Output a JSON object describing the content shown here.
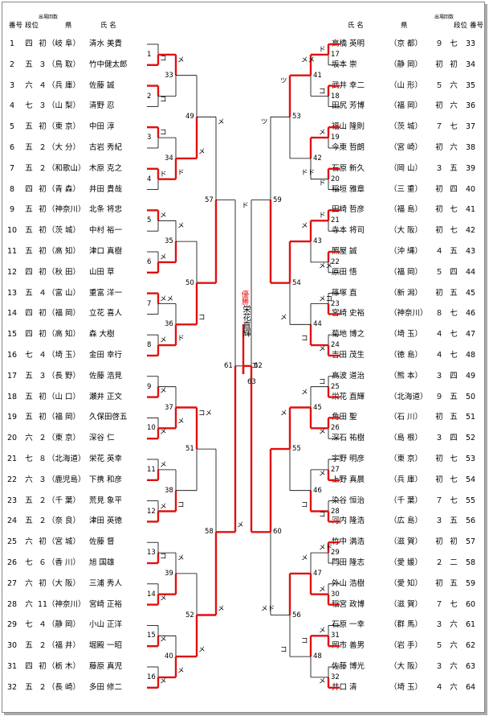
{
  "colors": {
    "win": "#e01010",
    "line": "#000000"
  },
  "header": {
    "left": {
      "no": "番号",
      "dan": "段位",
      "wins": "出場回数",
      "pref": "県",
      "name": "氏 名"
    },
    "right": {
      "name": "氏 名",
      "pref": "県",
      "wins": "出場回数",
      "dan": "段位",
      "no": "番号"
    }
  },
  "champion": {
    "title": "優勝",
    "name": "栄花直輝"
  },
  "left": [
    {
      "no": "1",
      "dan": "四",
      "wins": "初",
      "pref": "（岐 阜）",
      "name": "清水 美貴"
    },
    {
      "no": "2",
      "dan": "五",
      "wins": "３",
      "pref": "（鳥 取）",
      "name": "竹中健太郎"
    },
    {
      "no": "3",
      "dan": "六",
      "wins": "４",
      "pref": "（兵 庫）",
      "name": "佐藤 誠"
    },
    {
      "no": "4",
      "dan": "七",
      "wins": "３",
      "pref": "（山 梨）",
      "name": "清野 忍"
    },
    {
      "no": "5",
      "dan": "五",
      "wins": "初",
      "pref": "（東 京）",
      "name": "中田 淳"
    },
    {
      "no": "6",
      "dan": "五",
      "wins": "２",
      "pref": "（大 分）",
      "name": "古岩 秀紀"
    },
    {
      "no": "7",
      "dan": "五",
      "wins": "２",
      "pref": "（和歌山）",
      "name": "木原 克之"
    },
    {
      "no": "8",
      "dan": "四",
      "wins": "初",
      "pref": "（青 森）",
      "name": "井田 貴哉"
    },
    {
      "no": "9",
      "dan": "五",
      "wins": "初",
      "pref": "（神奈川）",
      "name": "北条 将忠"
    },
    {
      "no": "10",
      "dan": "五",
      "wins": "初",
      "pref": "（茨 城）",
      "name": "中村 裕一"
    },
    {
      "no": "11",
      "dan": "五",
      "wins": "初",
      "pref": "（高 知）",
      "name": "津口 真樹"
    },
    {
      "no": "12",
      "dan": "四",
      "wins": "初",
      "pref": "（秋 田）",
      "name": "山田 草"
    },
    {
      "no": "13",
      "dan": "五",
      "wins": "４",
      "pref": "（富 山）",
      "name": "重富 洋一"
    },
    {
      "no": "14",
      "dan": "四",
      "wins": "初",
      "pref": "（福 岡）",
      "name": "立花 喜人"
    },
    {
      "no": "15",
      "dan": "四",
      "wins": "初",
      "pref": "（高 知）",
      "name": "森 大樹"
    },
    {
      "no": "16",
      "dan": "七",
      "wins": "４",
      "pref": "（埼 玉）",
      "name": "金田 幸行"
    },
    {
      "no": "17",
      "dan": "五",
      "wins": "３",
      "pref": "（長 野）",
      "name": "佐藤 浩見"
    },
    {
      "no": "18",
      "dan": "五",
      "wins": "初",
      "pref": "（山 口）",
      "name": "瀬井 正文"
    },
    {
      "no": "19",
      "dan": "五",
      "wins": "初",
      "pref": "（福 岡）",
      "name": "久保田啓五"
    },
    {
      "no": "20",
      "dan": "六",
      "wins": "２",
      "pref": "（東 京）",
      "name": "深谷 仁"
    },
    {
      "no": "21",
      "dan": "七",
      "wins": "８",
      "pref": "（北海道）",
      "name": "栄花 英幸"
    },
    {
      "no": "22",
      "dan": "六",
      "wins": "３",
      "pref": "（鹿児島）",
      "name": "下携 和彦"
    },
    {
      "no": "23",
      "dan": "五",
      "wins": "２",
      "pref": "（千 葉）",
      "name": "荒見 象平"
    },
    {
      "no": "24",
      "dan": "五",
      "wins": "２",
      "pref": "（奈 良）",
      "name": "津田 英徳"
    },
    {
      "no": "25",
      "dan": "六",
      "wins": "初",
      "pref": "（宮 城）",
      "name": "佐藤 督"
    },
    {
      "no": "26",
      "dan": "七",
      "wins": "６",
      "pref": "（香 川）",
      "name": "旭 国雄"
    },
    {
      "no": "27",
      "dan": "六",
      "wins": "初",
      "pref": "（大 阪）",
      "name": "三浦 秀人"
    },
    {
      "no": "28",
      "dan": "六",
      "wins": "11",
      "pref": "（神奈川）",
      "name": "宮崎 正裕"
    },
    {
      "no": "29",
      "dan": "七",
      "wins": "４",
      "pref": "（静 岡）",
      "name": "小山 正洋"
    },
    {
      "no": "30",
      "dan": "五",
      "wins": "２",
      "pref": "（福 井）",
      "name": "堀殿 一昭"
    },
    {
      "no": "31",
      "dan": "四",
      "wins": "初",
      "pref": "（栃 木）",
      "name": "藤原 真児"
    },
    {
      "no": "32",
      "dan": "五",
      "wins": "２",
      "pref": "（長 崎）",
      "name": "多田 修二"
    }
  ],
  "right": [
    {
      "no": "33",
      "dan": "七",
      "wins": "９",
      "pref": "（京 都）",
      "name": "高橋 英明"
    },
    {
      "no": "34",
      "dan": "初",
      "wins": "初",
      "pref": "（静 岡）",
      "name": "坂本 崇"
    },
    {
      "no": "35",
      "dan": "六",
      "wins": "５",
      "pref": "（山 形）",
      "name": "武井 幸二"
    },
    {
      "no": "36",
      "dan": "六",
      "wins": "初",
      "pref": "（福 岡）",
      "name": "田尻 芳博"
    },
    {
      "no": "37",
      "dan": "七",
      "wins": "７",
      "pref": "（茨 城）",
      "name": "福山 隆則"
    },
    {
      "no": "38",
      "dan": "六",
      "wins": "初",
      "pref": "（宮 崎）",
      "name": "今東 哲朗"
    },
    {
      "no": "39",
      "dan": "五",
      "wins": "３",
      "pref": "（岡 山）",
      "name": "石原 新久"
    },
    {
      "no": "40",
      "dan": "四",
      "wins": "初",
      "pref": "（三 重）",
      "name": "稲垣 雅章"
    },
    {
      "no": "41",
      "dan": "七",
      "wins": "初",
      "pref": "（福 島）",
      "name": "田崎 哲彦"
    },
    {
      "no": "42",
      "dan": "七",
      "wins": "初",
      "pref": "（大 阪）",
      "name": "寺本 将司"
    },
    {
      "no": "43",
      "dan": "五",
      "wins": "４",
      "pref": "（沖 縄）",
      "name": "照屋 誠"
    },
    {
      "no": "44",
      "dan": "四",
      "wins": "５",
      "pref": "（福 岡）",
      "name": "原田 悟"
    },
    {
      "no": "45",
      "dan": "五",
      "wins": "初",
      "pref": "（新 潟）",
      "name": "篠塚 直"
    },
    {
      "no": "46",
      "dan": "七",
      "wins": "８",
      "pref": "（神奈川）",
      "name": "宮崎 史裕"
    },
    {
      "no": "47",
      "dan": "七",
      "wins": "４",
      "pref": "（埼 玉）",
      "name": "菊地 博之"
    },
    {
      "no": "48",
      "dan": "七",
      "wins": "４",
      "pref": "（徳 島）",
      "name": "吉田 茂生"
    },
    {
      "no": "49",
      "dan": "四",
      "wins": "３",
      "pref": "（熊 本）",
      "name": "高波 道治"
    },
    {
      "no": "50",
      "dan": "五",
      "wins": "９",
      "pref": "（北海道）",
      "name": "栄花 直輝"
    },
    {
      "no": "51",
      "dan": "五",
      "wins": "初",
      "pref": "（石 川）",
      "name": "角田 聖"
    },
    {
      "no": "52",
      "dan": "四",
      "wins": "３",
      "pref": "（島 根）",
      "name": "深石 祐樹"
    },
    {
      "no": "53",
      "dan": "七",
      "wins": "初",
      "pref": "（東 京）",
      "name": "宇野 明彦"
    },
    {
      "no": "54",
      "dan": "七",
      "wins": "初",
      "pref": "（兵 庫）",
      "name": "上野 真晨"
    },
    {
      "no": "55",
      "dan": "七",
      "wins": "７",
      "pref": "（千 葉）",
      "name": "染谷 恒治"
    },
    {
      "no": "56",
      "dan": "五",
      "wins": "３",
      "pref": "（広 島）",
      "name": "河内 隆浩"
    },
    {
      "no": "57",
      "dan": "初",
      "wins": "初",
      "pref": "（滋 賀）",
      "name": "竹中 満浩"
    },
    {
      "no": "58",
      "dan": "二",
      "wins": "２",
      "pref": "（愛 媛）",
      "name": "門田 隆志"
    },
    {
      "no": "59",
      "dan": "五",
      "wins": "初",
      "pref": "（愛 知）",
      "name": "外山 浩樹"
    },
    {
      "no": "60",
      "dan": "七",
      "wins": "７",
      "pref": "（滋 賀）",
      "name": "稲宮 政博"
    },
    {
      "no": "61",
      "dan": "六",
      "wins": "３",
      "pref": "（群 馬）",
      "name": "石原 一幸"
    },
    {
      "no": "62",
      "dan": "六",
      "wins": "５",
      "pref": "（岩 手）",
      "name": "岡市 善男"
    },
    {
      "no": "63",
      "dan": "六",
      "wins": "３",
      "pref": "（大 阪）",
      "name": "佐藤 博光"
    },
    {
      "no": "64",
      "dan": "六",
      "wins": "４",
      "pref": "（埼 玉）",
      "name": "井口 清"
    }
  ],
  "matches": {
    "left": {
      "r1": [
        {
          "no": "1",
          "marks": [
            "",
            "コ"
          ],
          "winner": 1
        },
        {
          "no": "2",
          "marks": [
            "",
            "コ"
          ],
          "winner": 0
        },
        {
          "no": "3",
          "marks": [
            "コ",
            ""
          ],
          "winner": 0
        },
        {
          "no": "4",
          "marks": [
            "ド",
            ""
          ],
          "winner": 0
        },
        {
          "no": "5",
          "marks": [
            "メ",
            ""
          ],
          "winner": 0
        },
        {
          "no": "6",
          "marks": [
            "メ",
            ""
          ],
          "winner": 1
        },
        {
          "no": "7",
          "marks": [
            "メメ",
            ""
          ],
          "winner": 0
        },
        {
          "no": "8",
          "marks": [
            "メ",
            ""
          ],
          "winner": 1
        },
        {
          "no": "9",
          "marks": [
            "",
            "メ"
          ],
          "winner": 1
        },
        {
          "no": "10",
          "marks": [
            "",
            "メ"
          ],
          "winner": 1
        },
        {
          "no": "11",
          "marks": [
            "メ",
            ""
          ],
          "winner": 1
        },
        {
          "no": "12",
          "marks": [
            "メ",
            ""
          ],
          "winner": 1
        },
        {
          "no": "13",
          "marks": [
            "",
            "コ"
          ],
          "winner": 1
        },
        {
          "no": "14",
          "marks": [
            "",
            "メ"
          ],
          "winner": 1
        },
        {
          "no": "15",
          "marks": [
            "",
            "メ"
          ],
          "winner": 1
        },
        {
          "no": "16",
          "marks": [
            "",
            "メ"
          ],
          "winner": 1
        }
      ],
      "r2": [
        {
          "no": "33",
          "marks": [
            "メ",
            ""
          ],
          "winner": 0
        },
        {
          "no": "34",
          "marks": [
            "",
            "ド"
          ],
          "winner": 1
        },
        {
          "no": "35",
          "marks": [
            "メ",
            ""
          ],
          "winner": 1
        },
        {
          "no": "36",
          "marks": [
            "",
            "ド"
          ],
          "winner": 1
        },
        {
          "no": "37",
          "marks": [
            "",
            "メ"
          ],
          "winner": 1
        },
        {
          "no": "38",
          "marks": [
            "",
            "コ"
          ],
          "winner": 1
        },
        {
          "no": "39",
          "marks": [
            "メ",
            ""
          ],
          "winner": 1
        },
        {
          "no": "40",
          "marks": [
            "",
            "メ"
          ],
          "winner": 1
        }
      ],
      "r3": [
        {
          "no": "49",
          "marks": [
            "",
            "メ"
          ],
          "winner": 1
        },
        {
          "no": "50",
          "marks": [
            "",
            "コ"
          ],
          "winner": 1
        },
        {
          "no": "51",
          "marks": [
            "コメ",
            ""
          ],
          "winner": 0
        },
        {
          "no": "52",
          "marks": [
            "",
            "メ"
          ],
          "winner": 1
        }
      ],
      "r4": [
        {
          "no": "57",
          "marks": [
            "メ",
            ""
          ],
          "winner": 1
        },
        {
          "no": "58",
          "marks": [
            "",
            "メ"
          ],
          "winner": 1
        }
      ],
      "r5": [
        {
          "no": "61",
          "marks": [
            "",
            "メ"
          ],
          "winner": 1
        }
      ]
    },
    "right": {
      "r1": [
        {
          "no": "17",
          "marks": [
            "ド",
            ""
          ],
          "winner": 0
        },
        {
          "no": "18",
          "marks": [
            "コ",
            ""
          ],
          "winner": 0
        },
        {
          "no": "19",
          "marks": [
            "メ",
            ""
          ],
          "winner": 0
        },
        {
          "no": "20",
          "marks": [
            "",
            "ド"
          ],
          "winner": 0
        },
        {
          "no": "21",
          "marks": [
            "ド",
            ""
          ],
          "winner": 0
        },
        {
          "no": "22",
          "marks": [
            "",
            "メメ"
          ],
          "winner": 0
        },
        {
          "no": "23",
          "marks": [
            "メコ",
            ""
          ],
          "winner": 1
        },
        {
          "no": "24",
          "marks": [
            "",
            "メ"
          ],
          "winner": 1
        },
        {
          "no": "25",
          "marks": [
            "コ",
            ""
          ],
          "winner": 1
        },
        {
          "no": "26",
          "marks": [
            "",
            "メ"
          ],
          "winner": 0
        },
        {
          "no": "27",
          "marks": [
            "",
            "メ"
          ],
          "winner": 1
        },
        {
          "no": "28",
          "marks": [
            "",
            "コ"
          ],
          "winner": 1
        },
        {
          "no": "29",
          "marks": [
            "メド",
            ""
          ],
          "winner": 0
        },
        {
          "no": "30",
          "marks": [
            "メ",
            ""
          ],
          "winner": 1
        },
        {
          "no": "31",
          "marks": [
            "メ",
            ""
          ],
          "winner": 1
        },
        {
          "no": "32",
          "marks": [
            "",
            "メ"
          ],
          "winner": 1
        }
      ],
      "r2": [
        {
          "no": "41",
          "marks": [
            "メメ",
            ""
          ],
          "winner": 0
        },
        {
          "no": "42",
          "marks": [
            "",
            "ドド"
          ],
          "winner": 0
        },
        {
          "no": "43",
          "marks": [
            "メ",
            ""
          ],
          "winner": 0
        },
        {
          "no": "44",
          "marks": [
            "",
            "コ"
          ],
          "winner": 1
        },
        {
          "no": "45",
          "marks": [
            "メ",
            ""
          ],
          "winner": 1
        },
        {
          "no": "46",
          "marks": [
            "",
            "コ"
          ],
          "winner": 1
        },
        {
          "no": "47",
          "marks": [
            "メ",
            ""
          ],
          "winner": 1
        },
        {
          "no": "48",
          "marks": [
            "コ",
            ""
          ],
          "winner": 0
        }
      ],
      "r3": [
        {
          "no": "53",
          "marks": [
            "ツ",
            ""
          ],
          "winner": 0
        },
        {
          "no": "54",
          "marks": [
            "",
            "メ"
          ],
          "winner": 0
        },
        {
          "no": "55",
          "marks": [
            "メ",
            ""
          ],
          "winner": 0
        },
        {
          "no": "56",
          "marks": [
            "",
            "コ"
          ],
          "winner": 0
        }
      ],
      "r4": [
        {
          "no": "59",
          "marks": [
            "ツ",
            ""
          ],
          "winner": 1
        },
        {
          "no": "60",
          "marks": [
            "",
            "メド"
          ],
          "winner": 0
        }
      ],
      "r5": [
        {
          "no": "62",
          "marks": [
            "ド",
            ""
          ],
          "winner": 1
        }
      ]
    },
    "final": {
      "no": "63",
      "marks": [
        "",
        "コ"
      ],
      "winner": 1
    }
  }
}
